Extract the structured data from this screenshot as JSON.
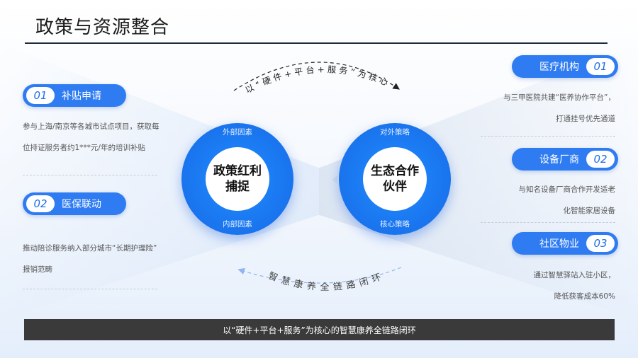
{
  "title": "政策与资源整合",
  "left_items": [
    {
      "num": "01",
      "label": "补贴申请",
      "desc": [
        "参与上海/南京等各城市试点项目，获取每",
        "位持证服务者约1***元/年的培训补贴"
      ]
    },
    {
      "num": "02",
      "label": "医保联动",
      "desc": [
        "推动陪诊服务纳入部分城市“长期护理险”",
        "报销范畴"
      ]
    }
  ],
  "right_items": [
    {
      "num": "01",
      "label": "医疗机构",
      "desc": [
        "与三甲医院共建“医养协作平台”，",
        "打通挂号优先通道"
      ]
    },
    {
      "num": "02",
      "label": "设备厂商",
      "desc": [
        "与知名设备厂商合作开发适老",
        "化智能家居设备"
      ]
    },
    {
      "num": "03",
      "label": "社区物业",
      "desc": [
        "通过智慧驿站入驻小区，",
        "降低获客成本60%"
      ]
    }
  ],
  "circles": [
    {
      "top": "外部因素",
      "center": [
        "政策红利",
        "捕捉"
      ],
      "bottom": "内部因素"
    },
    {
      "top": "对外策略",
      "center": [
        "生态合作",
        "伙伴"
      ],
      "bottom": "核心策略"
    }
  ],
  "arc_top": "以“硬件+平台+服务”为核心",
  "arc_bottom": "智慧康养全链路闭环",
  "footer": "以“硬件+平台+服务”为核心的智慧康养全链路闭环",
  "colors": {
    "accent": "#2f7cf2",
    "ring": "#1769e6",
    "footer_bg": "#3a3a3a"
  }
}
